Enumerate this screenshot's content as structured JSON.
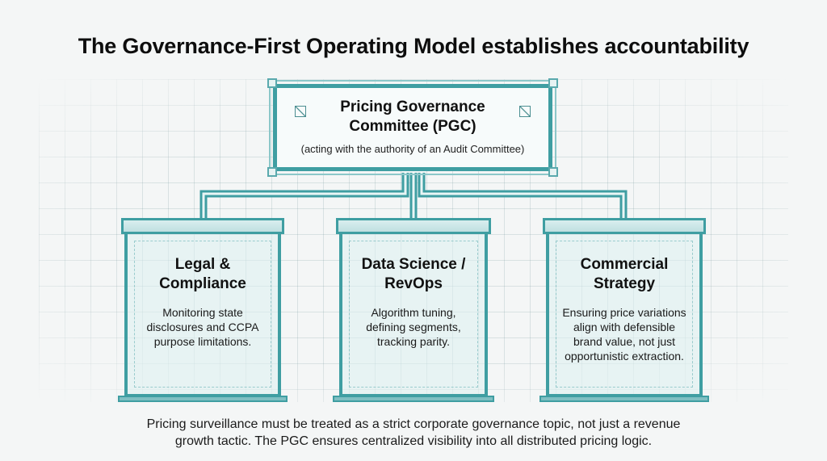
{
  "title": "The Governance-First Operating Model establishes accountability",
  "committee": {
    "name_line1": "Pricing Governance",
    "name_line2": "Committee (PGC)",
    "subtitle": "(acting with the authority of an Audit Committee)"
  },
  "functions": [
    {
      "name_line1": "Legal &",
      "name_line2": "Compliance",
      "desc_lines": [
        "Monitoring state",
        "disclosures and CCPA",
        "purpose limitations."
      ]
    },
    {
      "name_line1": "Data Science /",
      "name_line2": "RevOps",
      "desc_lines": [
        "Algorithm tuning,",
        "defining segments,",
        "tracking parity."
      ]
    },
    {
      "name_line1": "Commercial",
      "name_line2": "Strategy",
      "desc_lines": [
        "Ensuring price variations",
        "align with defensible",
        "brand value, not just",
        "opportunistic extraction."
      ]
    }
  ],
  "caption": {
    "line1": "Pricing surveillance must be treated as a strict corporate governance topic, not just a revenue",
    "line2": "growth tactic. The PGC ensures centralized visibility into all distributed pricing logic."
  },
  "colors": {
    "accent": "#3f9ea2",
    "accent_light": "#8cc7c9",
    "background": "#f4f6f6"
  }
}
